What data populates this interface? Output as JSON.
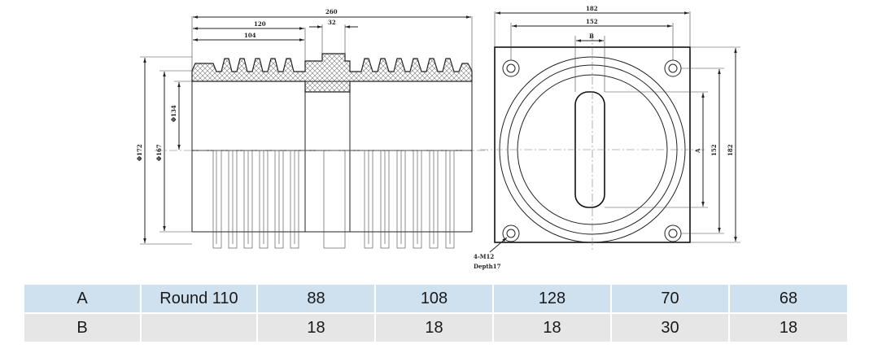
{
  "side_view": {
    "dims": {
      "overall_length": "260",
      "half_length": "120",
      "inner_length": "104",
      "center_width": "32",
      "dia_outer": "Φ172",
      "dia_mid": "Φ167",
      "dia_inner": "Φ134"
    }
  },
  "front_view": {
    "dims": {
      "width": "182",
      "hole_pitch": "152",
      "slot_width": "B",
      "height": "182",
      "hole_pitch_vertical": "152",
      "slot_length": "A"
    },
    "hole_note": "4-M12",
    "depth_note": "Depth17"
  },
  "table": {
    "rows": [
      {
        "label": "A",
        "cells": [
          "Round 110",
          "88",
          "108",
          "128",
          "70",
          "68"
        ]
      },
      {
        "label": "B",
        "cells": [
          "",
          "18",
          "18",
          "18",
          "30",
          "18"
        ]
      }
    ]
  }
}
